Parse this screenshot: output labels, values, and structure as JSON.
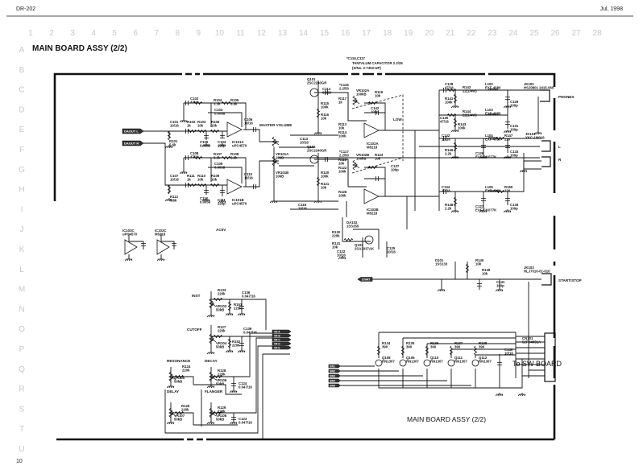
{
  "header": {
    "model": "DR-202",
    "date": "Jul, 1998",
    "page_number": "10"
  },
  "grid": {
    "columns": [
      "1",
      "2",
      "3",
      "4",
      "5",
      "6",
      "7",
      "8",
      "9",
      "10",
      "11",
      "12",
      "13",
      "14",
      "15",
      "16",
      "17",
      "18",
      "19",
      "20",
      "21",
      "22",
      "23",
      "24",
      "25",
      "26",
      "27",
      "28"
    ],
    "rows": [
      "A",
      "B",
      "C",
      "D",
      "E",
      "F",
      "G",
      "H",
      "I",
      "J",
      "K",
      "L",
      "M",
      "N",
      "O",
      "P",
      "Q",
      "R",
      "S",
      "T",
      "U"
    ]
  },
  "title": "MAIN BOARD ASSY (2/2)",
  "footer_title": "MAIN BOARD ASSY (2/2)",
  "to_sw_board": "To SW BOARD",
  "note": [
    "*C116,C117",
    "TANTALUM CAPACITOR 2.2/35",
    "(S/No. 2-7302-UP)"
  ],
  "labels": {
    "master_volume": "MASTER VOLUME",
    "low": "LOW",
    "phones": "PHONES",
    "out_l": "L",
    "out_r": "R",
    "start_stop": "START/STOP",
    "inst": "INST",
    "cutoff": "CUTOFF",
    "resonance": "RESONANCE",
    "decay": "DECAY",
    "delay": "DELAY",
    "flanger": "FLANGER",
    "ac5v": "AC5V",
    "input_l": "DAOUT L",
    "input_r": "DAOUT R"
  },
  "components": [
    {
      "ref": "C102",
      "value": "47/16"
    },
    {
      "ref": "R104",
      "value": "3.3k"
    },
    {
      "ref": "R105",
      "value": "6.8k"
    },
    {
      "ref": "C103",
      "value": "0.0068"
    },
    {
      "ref": "C101",
      "value": "10/16"
    },
    {
      "ref": "R102",
      "value": "1k"
    },
    {
      "ref": "R103",
      "value": "10k"
    },
    {
      "ref": "R106",
      "value": "10k"
    },
    {
      "ref": "C106",
      "value": "10/16"
    },
    {
      "ref": "IC101A",
      "value": "uPC4570"
    },
    {
      "ref": "R101",
      "value": "5.6k"
    },
    {
      "ref": "C105",
      "value": "0.0056"
    },
    {
      "ref": "C104",
      "value": "220p"
    },
    {
      "ref": "C108",
      "value": "47/16"
    },
    {
      "ref": "R107",
      "value": "3.3k"
    },
    {
      "ref": "R108",
      "value": "6.8k"
    },
    {
      "ref": "C109",
      "value": "0.0068"
    },
    {
      "ref": "C107",
      "value": "10/16"
    },
    {
      "ref": "R111",
      "value": "1k"
    },
    {
      "ref": "R110",
      "value": "10k"
    },
    {
      "ref": "R109",
      "value": "10k"
    },
    {
      "ref": "C110",
      "value": "10/16"
    },
    {
      "ref": "IC101B",
      "value": "uPC4570"
    },
    {
      "ref": "R112",
      "value": "5.6k"
    },
    {
      "ref": "C112",
      "value": "0.0056"
    },
    {
      "ref": "C111",
      "value": "220p"
    },
    {
      "ref": "VR101A",
      "value": "10kB"
    },
    {
      "ref": "VR101B",
      "value": "10kB"
    },
    {
      "ref": "Q101",
      "value": "2SC2240GR"
    },
    {
      "ref": "R115",
      "value": "100k"
    },
    {
      "ref": "R116",
      "value": "10k"
    },
    {
      "ref": "C114",
      "value": "0.068"
    },
    {
      "ref": "*C116",
      "value": "2.2/50"
    },
    {
      "ref": "C113",
      "value": "10/16"
    },
    {
      "ref": "Q102",
      "value": "2SC2240GR"
    },
    {
      "ref": "*C117",
      "value": "2.2/50"
    },
    {
      "ref": "VR102A",
      "value": "100kB"
    },
    {
      "ref": "R119",
      "value": "10k"
    },
    {
      "ref": "C142",
      "value": "100p"
    },
    {
      "ref": "R117",
      "value": "1k"
    },
    {
      "ref": "R113",
      "value": "10k"
    },
    {
      "ref": "R114",
      "value": "100k"
    },
    {
      "ref": "IC102A",
      "value": "M5218"
    },
    {
      "ref": "R120",
      "value": "100k"
    },
    {
      "ref": "R121",
      "value": "10k"
    },
    {
      "ref": "C118",
      "value": "10/16"
    },
    {
      "ref": "VR102B",
      "value": "100kB"
    },
    {
      "ref": "R123",
      "value": "10k"
    },
    {
      "ref": "C137",
      "value": "100p"
    },
    {
      "ref": "IC102B",
      "value": "M5218"
    },
    {
      "ref": "R118",
      "value": "10k"
    },
    {
      "ref": "R122",
      "value": "100k"
    },
    {
      "ref": "R126",
      "value": "100k"
    },
    {
      "ref": "C128",
      "value": "47/16"
    },
    {
      "ref": "R142",
      "value": "22(1/4W)"
    },
    {
      "ref": "R141",
      "value": "100k"
    },
    {
      "ref": "L102",
      "value": "EXF-4080"
    },
    {
      "ref": "C129",
      "value": "100p"
    },
    {
      "ref": "C130",
      "value": "47/16"
    },
    {
      "ref": "R144",
      "value": "22(1/4W)"
    },
    {
      "ref": "R143",
      "value": "100k"
    },
    {
      "ref": "L103",
      "value": "EXF-4080"
    },
    {
      "ref": "C131",
      "value": "100p"
    },
    {
      "ref": "C132",
      "value": "10/16"
    },
    {
      "ref": "R146",
      "value": "2.2k"
    },
    {
      "ref": "L104",
      "value": "EXF-4080"
    },
    {
      "ref": "C126",
      "value": "EXF-CK077K"
    },
    {
      "ref": "R147",
      "value": "220"
    },
    {
      "ref": "C133",
      "value": "100p"
    },
    {
      "ref": "JK102",
      "value": "HSJ0801 2415-060"
    },
    {
      "ref": "JK101",
      "value": "YKC-1M016"
    },
    {
      "ref": "C134",
      "value": "10/16"
    },
    {
      "ref": "R148",
      "value": "2.2k"
    },
    {
      "ref": "L105",
      "value": "EXF-4080"
    },
    {
      "ref": "C127",
      "value": "EXF-CK077K"
    },
    {
      "ref": "R150",
      "value": "220"
    },
    {
      "ref": "C135",
      "value": "100p"
    },
    {
      "ref": "JK103",
      "value": "HLJ7010-01-010"
    },
    {
      "ref": "CN101",
      "value": "52FC4081A"
    },
    {
      "ref": "C140",
      "value": "10/16"
    },
    {
      "ref": "Q108",
      "value": "RN1307"
    },
    {
      "ref": "Q109",
      "value": "RN1307"
    },
    {
      "ref": "Q110",
      "value": "RN1307"
    },
    {
      "ref": "Q111",
      "value": "RN1307"
    },
    {
      "ref": "Q112",
      "value": "RN1307"
    },
    {
      "ref": "R134",
      "value": "390"
    },
    {
      "ref": "R135",
      "value": "390"
    },
    {
      "ref": "R136",
      "value": "390"
    },
    {
      "ref": "R137",
      "value": "390"
    },
    {
      "ref": "R138",
      "value": "390"
    },
    {
      "ref": "VR103",
      "value": "50kB"
    },
    {
      "ref": "R133",
      "value": "220k"
    },
    {
      "ref": "R151",
      "value": "220k"
    },
    {
      "ref": "C136",
      "value": "0.047/16"
    },
    {
      "ref": "VR104",
      "value": "50kB"
    },
    {
      "ref": "R127",
      "value": "220k"
    },
    {
      "ref": "R152",
      "value": "220k"
    },
    {
      "ref": "C139",
      "value": "0.047/16"
    },
    {
      "ref": "VR105",
      "value": "50kB"
    },
    {
      "ref": "R124",
      "value": "220k"
    },
    {
      "ref": "VR106",
      "value": "50kB"
    },
    {
      "ref": "R128",
      "value": "220k"
    },
    {
      "ref": "C124",
      "value": "0.047/16"
    },
    {
      "ref": "VR107",
      "value": "50kB"
    },
    {
      "ref": "R125",
      "value": "220k"
    },
    {
      "ref": "VR108",
      "value": "50kB"
    },
    {
      "ref": "R129",
      "value": "220k"
    },
    {
      "ref": "C123",
      "value": "0.047/16"
    },
    {
      "ref": "IC103C",
      "value": "uPC4570"
    },
    {
      "ref": "IC102C",
      "value": "M5218"
    },
    {
      "ref": "DA102",
      "value": "1SS355"
    },
    {
      "ref": "Q103",
      "value": "2SA1037AK"
    },
    {
      "ref": "R130",
      "value": "220k"
    },
    {
      "ref": "R131",
      "value": "10k"
    },
    {
      "ref": "C122",
      "value": "10/16"
    },
    {
      "ref": "C125",
      "value": "10/16"
    },
    {
      "ref": "D101",
      "value": "1SS133"
    },
    {
      "ref": "R140",
      "value": "10k"
    },
    {
      "ref": "R139",
      "value": "10k"
    },
    {
      "ref": "C141",
      "value": "100p"
    }
  ],
  "bus_tags": [
    "VR A",
    "VR B",
    "VR C",
    "VR D",
    "VR E"
  ],
  "sw_tags": [
    "SW1",
    "SW2",
    "SW3",
    "SW4",
    "SW5"
  ],
  "start_stop_tag": "START"
}
